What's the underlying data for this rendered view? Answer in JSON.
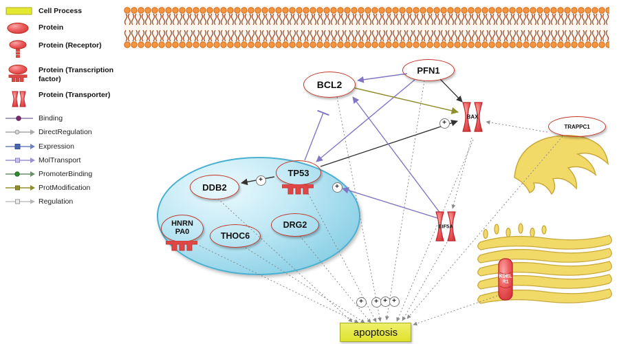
{
  "symbols": {
    "plus": "+"
  },
  "legend": {
    "shape_items": [
      {
        "id": "cell-process",
        "label": "Cell Process"
      },
      {
        "id": "protein",
        "label": "Protein"
      },
      {
        "id": "protein-receptor",
        "label": "Protein (Receptor)"
      },
      {
        "id": "protein-transcription-factor",
        "label": "Protein (Transcription factor)"
      },
      {
        "id": "protein-transporter",
        "label": "Protein (Transporter)"
      }
    ],
    "edge_items": [
      {
        "id": "binding",
        "label": "Binding"
      },
      {
        "id": "direct-regulation",
        "label": "DirectRegulation"
      },
      {
        "id": "expression",
        "label": "Expression"
      },
      {
        "id": "mol-transport",
        "label": "MolTransport"
      },
      {
        "id": "promoter-binding",
        "label": "PromoterBinding"
      },
      {
        "id": "prot-modification",
        "label": "ProtModification"
      },
      {
        "id": "regulation",
        "label": "Regulation"
      }
    ]
  },
  "nodes": {
    "pfn1": {
      "label": "PFN1",
      "type": "protein"
    },
    "bcl2": {
      "label": "BCL2",
      "type": "protein"
    },
    "bax": {
      "label": "BAX",
      "type": "protein-transporter"
    },
    "tp53": {
      "label": "TP53",
      "type": "protein-transcription-factor"
    },
    "ddb2": {
      "label": "DDB2",
      "type": "protein"
    },
    "hnrnpa0": {
      "label": "HNRNPA0",
      "line1": "HNRN",
      "line2": "PA0",
      "type": "protein-transcription-factor"
    },
    "thoc6": {
      "label": "THOC6",
      "type": "protein"
    },
    "drg2": {
      "label": "DRG2",
      "type": "protein"
    },
    "eif5a": {
      "label": "EIF5A",
      "type": "protein-transporter"
    },
    "trappc1": {
      "label": "TRAPPC1",
      "type": "protein"
    },
    "kdelr1": {
      "label": "KDELR1",
      "line1": "KDEL",
      "line2": "R1",
      "type": "protein-transporter"
    },
    "apoptosis": {
      "label": "apoptosis",
      "type": "cell-process"
    }
  },
  "edges": [
    {
      "from": "PFN1",
      "to": "BCL2",
      "type": "Expression"
    },
    {
      "from": "PFN1",
      "to": "TP53",
      "type": "Expression"
    },
    {
      "from": "PFN1",
      "to": "BAX",
      "type": "DirectRegulation"
    },
    {
      "from": "BCL2",
      "to": "BAX",
      "type": "ProtModification"
    },
    {
      "from": "TP53",
      "to": "BCL2",
      "type": "Expression",
      "effect": "negative"
    },
    {
      "from": "TP53",
      "to": "BAX",
      "type": "DirectRegulation",
      "effect": "positive"
    },
    {
      "from": "TP53",
      "to": "DDB2",
      "type": "DirectRegulation",
      "effect": "positive"
    },
    {
      "from": "EIF5A",
      "to": "TP53",
      "type": "Expression",
      "effect": "positive"
    },
    {
      "from": "EIF5A",
      "to": "BCL2",
      "type": "Expression"
    },
    {
      "from": "BAX",
      "to": "EIF5A",
      "type": "Regulation"
    },
    {
      "from": "TRAPPC1",
      "to": "BAX",
      "type": "Regulation"
    },
    {
      "from": "DDB2",
      "to": "apoptosis",
      "type": "Regulation"
    },
    {
      "from": "HNRNPA0",
      "to": "apoptosis",
      "type": "Regulation"
    },
    {
      "from": "THOC6",
      "to": "apoptosis",
      "type": "Regulation"
    },
    {
      "from": "DRG2",
      "to": "apoptosis",
      "type": "Regulation"
    },
    {
      "from": "TP53",
      "to": "apoptosis",
      "type": "Regulation",
      "effect": "positive"
    },
    {
      "from": "BCL2",
      "to": "apoptosis",
      "type": "Regulation"
    },
    {
      "from": "BAX",
      "to": "apoptosis",
      "type": "Regulation",
      "effect": "positive"
    },
    {
      "from": "EIF5A",
      "to": "apoptosis",
      "type": "Regulation"
    },
    {
      "from": "KDELR1",
      "to": "apoptosis",
      "type": "Regulation"
    },
    {
      "from": "PFN1",
      "to": "apoptosis",
      "type": "Regulation"
    },
    {
      "from": "TRAPPC1",
      "to": "apoptosis",
      "type": "Regulation"
    }
  ],
  "colors": {
    "protein_fill": "#ee5f61",
    "protein_border": "#c0392b",
    "process_fill": "#e4e832",
    "process_border": "#a8ab1f",
    "nucleus_fill": "#a6ddef",
    "nucleus_border": "#49b0cf",
    "membrane_head": "#f6953f",
    "membrane_tail": "#9a4a28",
    "organelle_fill": "#f2da69",
    "organelle_border": "#c9a83b",
    "edge_expression": "#8276c4",
    "edge_direct": "#333333",
    "edge_protmod": "#8f8f2f",
    "edge_regulation": "#8a8a8a"
  }
}
